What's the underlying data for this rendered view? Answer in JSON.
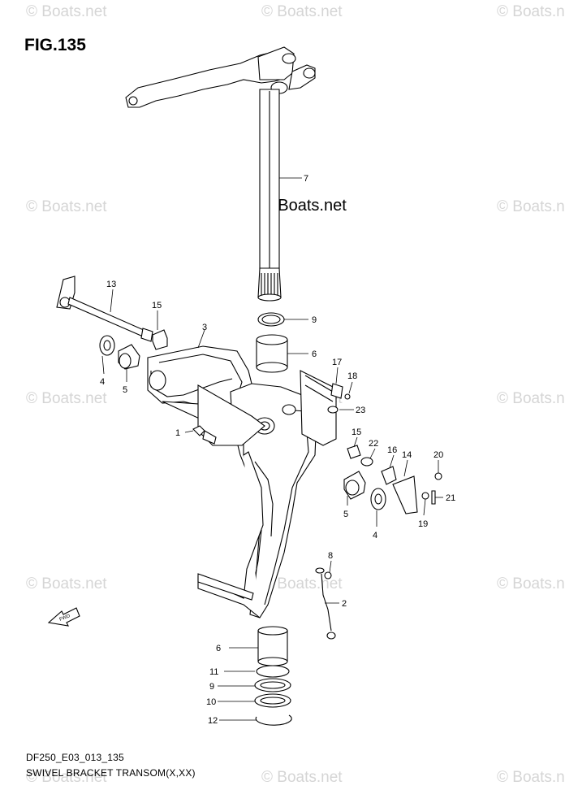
{
  "figure": {
    "title": "FIG.135",
    "footer_code": "DF250_E03_013_135",
    "footer_caption": "SWIVEL BRACKET TRANSOM(X,XX)"
  },
  "watermark": {
    "text": "© Boats.net",
    "center_text": "© Boats.net"
  },
  "badge": {
    "text": "FWD"
  },
  "callouts": [
    "7",
    "13",
    "15",
    "9",
    "3",
    "6",
    "17",
    "18",
    "4",
    "5",
    "23",
    "1",
    "15",
    "22",
    "16",
    "14",
    "20",
    "5",
    "4",
    "21",
    "19",
    "8",
    "2",
    "6",
    "11",
    "9",
    "10",
    "12"
  ]
}
